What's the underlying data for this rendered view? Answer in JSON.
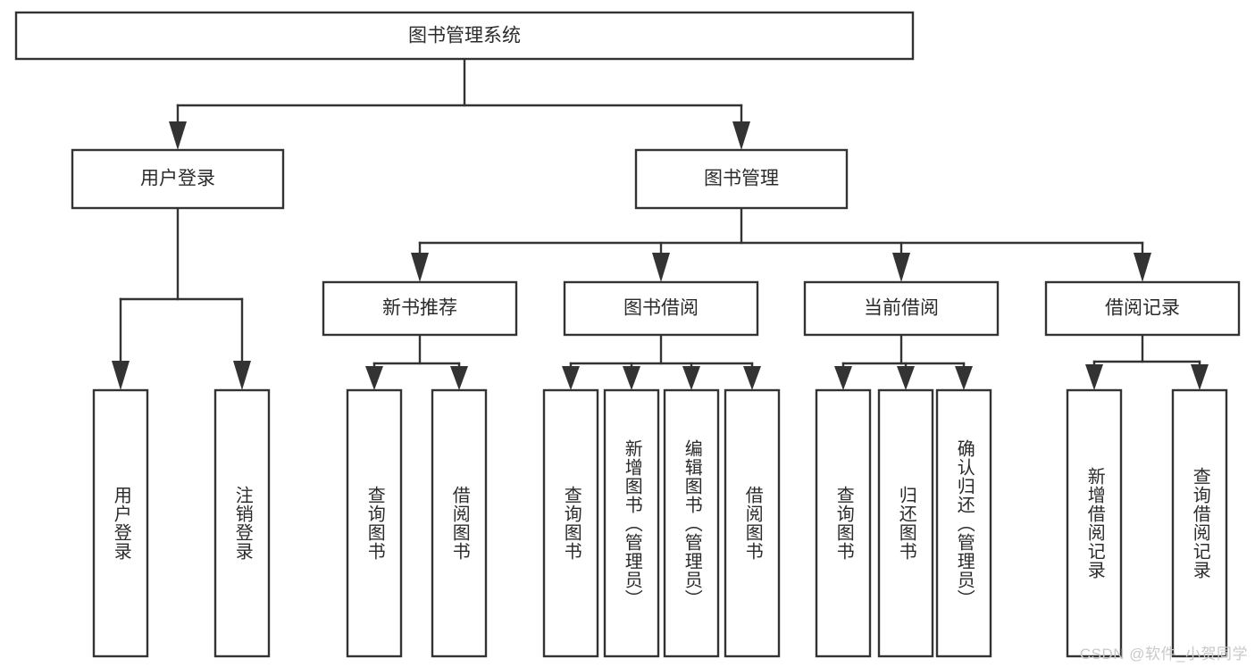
{
  "diagram": {
    "title": "图书管理系统",
    "type": "tree-hierarchy-diagram",
    "colors": {
      "stroke": "#333333",
      "fill": "#ffffff",
      "text": "#2b2b2b",
      "watermark": "#c9c9c9"
    },
    "root": {
      "label": "图书管理系统"
    },
    "level2": [
      {
        "label": "用户登录"
      },
      {
        "label": "图书管理"
      }
    ],
    "level3": [
      {
        "label": "新书推荐"
      },
      {
        "label": "图书借阅"
      },
      {
        "label": "当前借阅"
      },
      {
        "label": "借阅记录"
      }
    ],
    "leaves": {
      "user_login": [
        {
          "label": "用户登录"
        },
        {
          "label": "注销登录"
        }
      ],
      "new_book_recommend": [
        {
          "label": "查询图书"
        },
        {
          "label": "借阅图书"
        }
      ],
      "book_borrow": [
        {
          "label": "查询图书"
        },
        {
          "label": "新增图书（管理员）"
        },
        {
          "label": "编辑图书（管理员）"
        },
        {
          "label": "借阅图书"
        }
      ],
      "current_borrow": [
        {
          "label": "查询图书"
        },
        {
          "label": "归还图书"
        },
        {
          "label": "确认归还（管理员）"
        }
      ],
      "borrow_record": [
        {
          "label": "新增借阅记录"
        },
        {
          "label": "查询借阅记录"
        }
      ]
    },
    "watermark": "CSDN @软件_小贺同学"
  }
}
